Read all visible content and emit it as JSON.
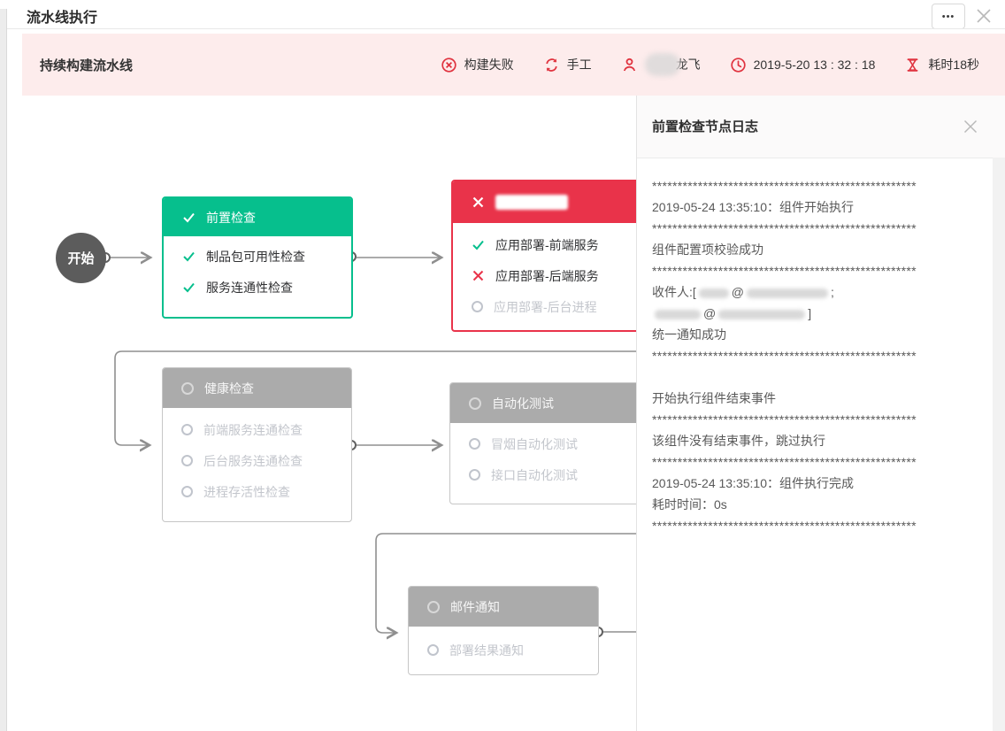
{
  "dialog": {
    "title": "流水线执行",
    "more_label": "•••"
  },
  "status_bar": {
    "pipeline_name": "持续构建流水线",
    "result_label": "构建失败",
    "trigger_label": "手工",
    "executor_visible": "龙飞",
    "executor_redacted": true,
    "time": "2019-5-20 13 : 32 : 18",
    "duration": "耗时18秒"
  },
  "colors": {
    "success": "#06bf8d",
    "failed": "#e9334a",
    "pending_header": "#ababab",
    "status_accent_red": "#e0333f",
    "status_bar_bg": "#fdecec",
    "start_node": "#5c5c5c",
    "connector": "#8f8f8f"
  },
  "flow": {
    "start_label": "开始",
    "nodes": [
      {
        "title": "前置检查",
        "status": "success",
        "items": [
          {
            "state": "success",
            "label": "制品包可用性检查"
          },
          {
            "state": "success",
            "label": "服务连通性检查"
          }
        ]
      },
      {
        "title": "",
        "title_redacted": true,
        "status": "failed",
        "items": [
          {
            "state": "success",
            "label": "应用部署-前端服务"
          },
          {
            "state": "failed",
            "label": "应用部署-后端服务"
          },
          {
            "state": "pending",
            "label": "应用部署-后台进程"
          }
        ]
      },
      {
        "title": "健康检查",
        "status": "pending",
        "items": [
          {
            "state": "pending",
            "label": "前端服务连通检查"
          },
          {
            "state": "pending",
            "label": "后台服务连通检查"
          },
          {
            "state": "pending",
            "label": "进程存活性检查"
          }
        ]
      },
      {
        "title": "自动化测试",
        "status": "pending",
        "items": [
          {
            "state": "pending",
            "label": "冒烟自动化测试"
          },
          {
            "state": "pending",
            "label": "接口自动化测试"
          }
        ]
      },
      {
        "title": "邮件通知",
        "status": "pending",
        "items": [
          {
            "state": "pending",
            "label": "部署结果通知"
          }
        ]
      }
    ]
  },
  "log_panel": {
    "title": "前置检查节点日志",
    "separator": "****************************************************",
    "lines": [
      {
        "type": "stars"
      },
      {
        "type": "text",
        "text": "2019-05-24 13:35:10：组件开始执行"
      },
      {
        "type": "stars"
      },
      {
        "type": "text",
        "text": "组件配置项校验成功"
      },
      {
        "type": "stars"
      },
      {
        "type": "redacted",
        "parts": [
          {
            "t": "收件人:["
          },
          {
            "r": 34
          },
          {
            "t": "@"
          },
          {
            "r": 92
          },
          {
            "t": ";"
          }
        ]
      },
      {
        "type": "redacted",
        "parts": [
          {
            "r": 52
          },
          {
            "t": "@"
          },
          {
            "r": 98
          },
          {
            "t": "]"
          }
        ]
      },
      {
        "type": "text",
        "text": "统一通知成功"
      },
      {
        "type": "stars"
      },
      {
        "type": "blank"
      },
      {
        "type": "text",
        "text": "开始执行组件结束事件"
      },
      {
        "type": "stars"
      },
      {
        "type": "text",
        "text": "该组件没有结束事件，跳过执行"
      },
      {
        "type": "stars"
      },
      {
        "type": "text",
        "text": "2019-05-24 13:35:10：组件执行完成"
      },
      {
        "type": "text",
        "text": "耗时时间：0s"
      },
      {
        "type": "stars"
      }
    ]
  }
}
